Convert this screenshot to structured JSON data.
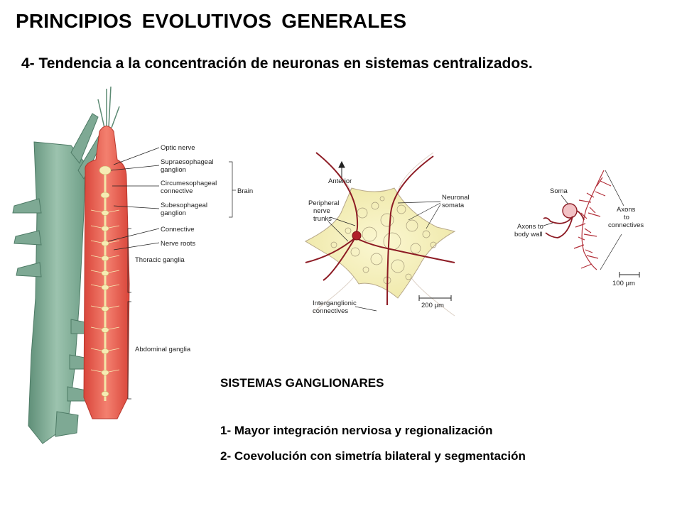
{
  "slide": {
    "title": "PRINCIPIOS EVOLUTIVOS GENERALES",
    "subtitle": "4- Tendencia a la concentración de neuronas en sistemas centralizados."
  },
  "figure_crustacean": {
    "labels": {
      "optic_nerve": "Optic nerve",
      "supraesophageal_1": "Supraesophageal",
      "supraesophageal_2": "ganglion",
      "circumesophageal_1": "Circumesophageal",
      "circumesophageal_2": "connective",
      "brain": "Brain",
      "subesophageal_1": "Subesophageal",
      "subesophageal_2": "ganglion",
      "connective": "Connective",
      "nerve_roots": "Nerve roots",
      "thoracic_ganglia": "Thoracic ganglia",
      "abdominal_ganglia": "Abdominal ganglia"
    }
  },
  "figure_ganglion": {
    "labels": {
      "anterior": "Anterior",
      "peripheral_1": "Peripheral",
      "peripheral_2": "nerve",
      "peripheral_3": "trunks",
      "neuronal_1": "Neuronal",
      "neuronal_2": "somata",
      "interganglionic_1": "Interganglionic",
      "interganglionic_2": "connectives",
      "scale": "200 μm"
    }
  },
  "figure_neuron": {
    "labels": {
      "soma": "Soma",
      "axons_body_1": "Axons to",
      "axons_body_2": "body wall",
      "axons_conn_1": "Axons",
      "axons_conn_2": "to",
      "axons_conn_3": "connectives",
      "scale": "100 μm"
    }
  },
  "section": {
    "title": "SISTEMAS GANGLIONARES",
    "points": [
      "1- Mayor integración nerviosa y regionalización",
      "2- Coevolución con simetría bilateral y segmentación"
    ]
  }
}
